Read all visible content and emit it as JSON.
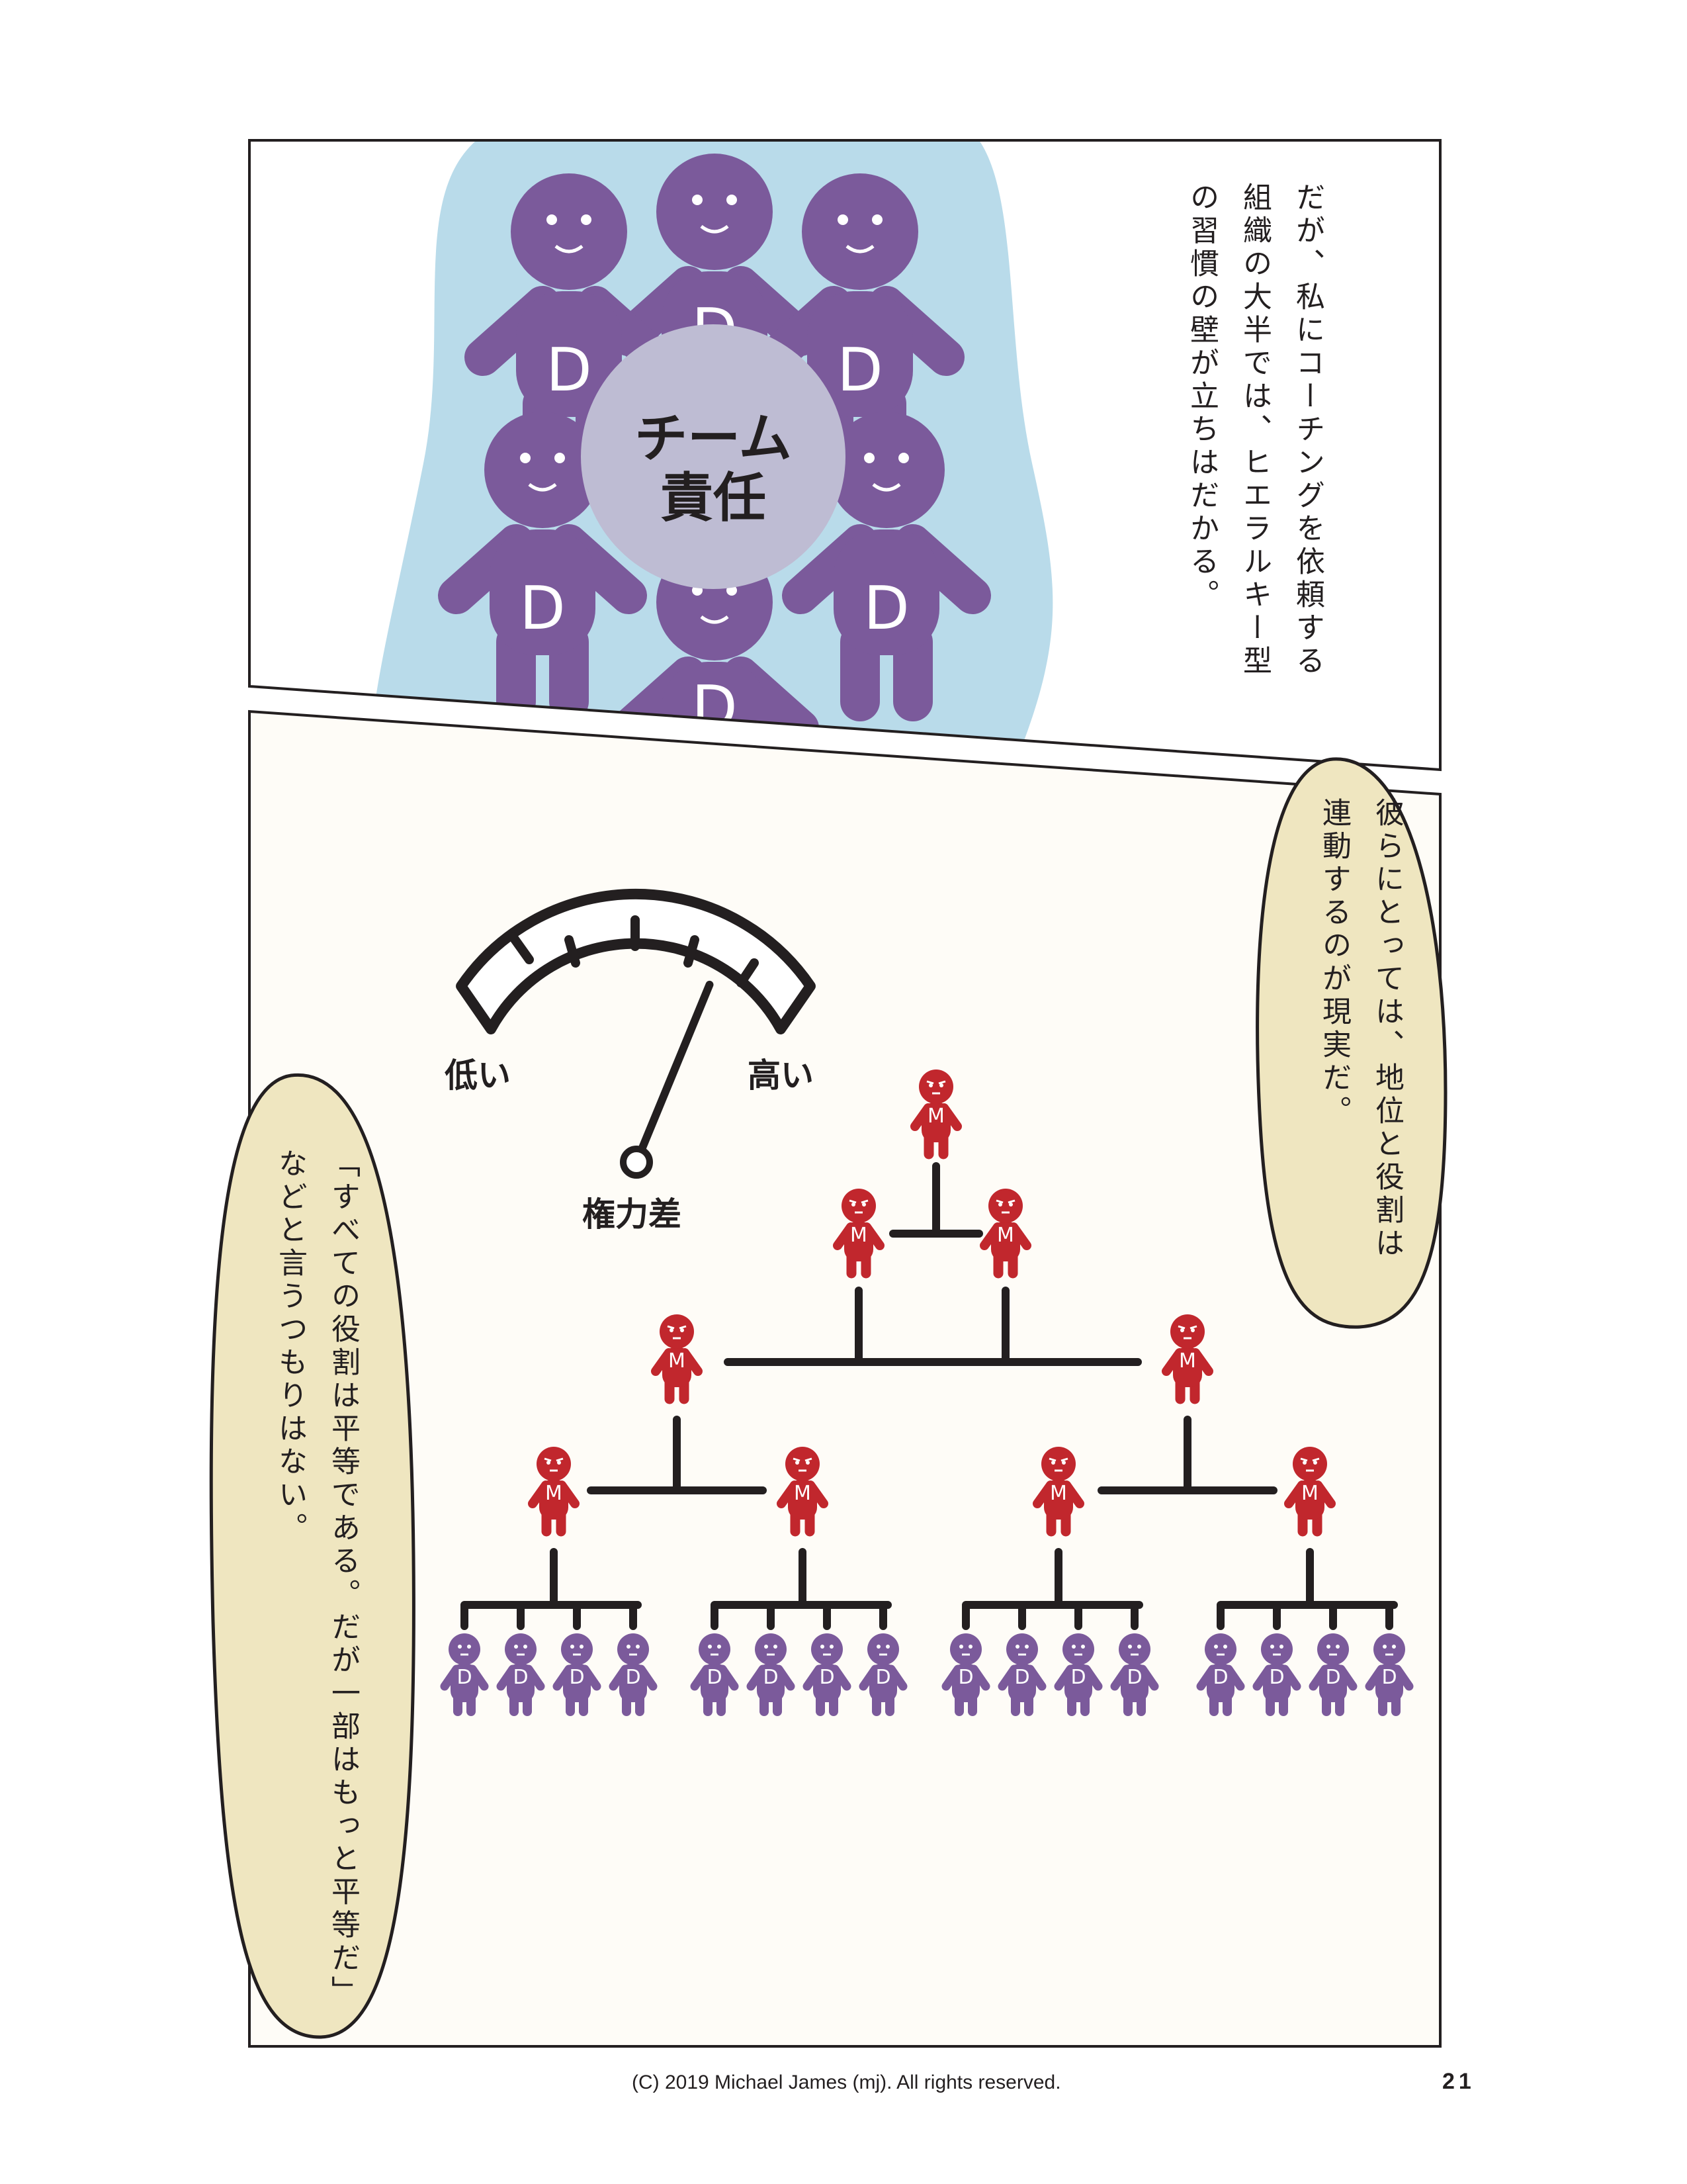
{
  "panel1": {
    "circle_label_line1": "チーム",
    "circle_label_line2": "責任",
    "figure_letter": "D",
    "narration_lines": [
      "だが、私にコーチングを依頼する",
      "組織の大半では、ヒエラルキー型",
      "の習慣の壁が立ちはだかる。"
    ]
  },
  "panel2": {
    "bubble_right_lines": [
      "彼らにとっては、地位と役割は",
      "連動するのが現実だ。"
    ],
    "bubble_left_lines": [
      "「すべての役割は平等である。だが一部はもっと平等だ」",
      "などと言うつもりはない。"
    ],
    "gauge": {
      "low_label": "低い",
      "high_label": "高い",
      "caption": "権力差",
      "level": 0.82
    },
    "manager_letter": "M",
    "developer_letter": "D"
  },
  "footer": {
    "copyright": "(C) 2019 Michael James (mj). All rights reserved.",
    "page_number": "21"
  },
  "colors": {
    "manager": "#c1272d",
    "developer": "#7b5a9b",
    "team_circle": "#bebcd3",
    "blob": "#b9dbea",
    "bubble": "#efe6c0",
    "ink": "#231f20"
  }
}
